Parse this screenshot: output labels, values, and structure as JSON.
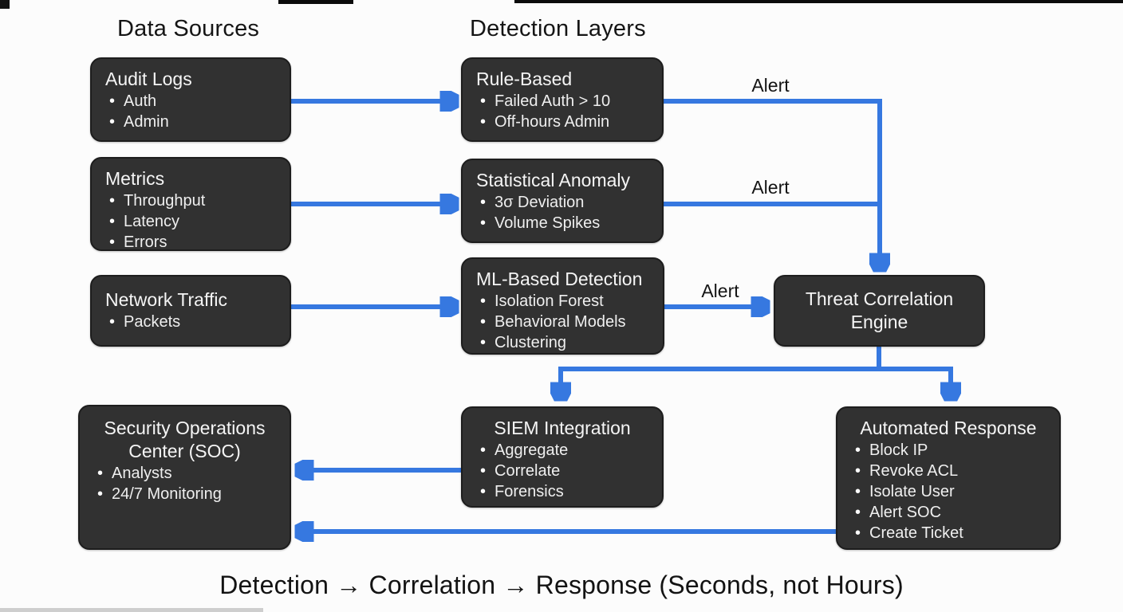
{
  "colors": {
    "background": "#fcfcfc",
    "node_fill": "#313131",
    "node_border": "#1d1d1d",
    "node_text": "#f2f2f2",
    "arrow_blue": "#3678e0",
    "heading_text": "#151515"
  },
  "headers": {
    "data_sources": "Data Sources",
    "detection_layers": "Detection Layers"
  },
  "boxes": {
    "audit_logs": {
      "title": "Audit Logs",
      "bullets": [
        "Auth",
        "Admin"
      ]
    },
    "metrics": {
      "title": "Metrics",
      "bullets": [
        "Throughput",
        "Latency",
        "Errors"
      ]
    },
    "network_traffic": {
      "title": "Network Traffic",
      "bullets": [
        "Packets"
      ]
    },
    "rule_based": {
      "title": "Rule-Based",
      "bullets": [
        "Failed Auth > 10",
        "Off-hours Admin"
      ]
    },
    "statistical_anomaly": {
      "title": "Statistical Anomaly",
      "bullets": [
        "3σ Deviation",
        "Volume Spikes"
      ]
    },
    "ml_based": {
      "title": "ML-Based Detection",
      "bullets": [
        "Isolation Forest",
        "Behavioral Models",
        "Clustering"
      ]
    },
    "threat_correlation": {
      "title": "Threat Correlation Engine"
    },
    "siem": {
      "title": "SIEM Integration",
      "bullets": [
        "Aggregate",
        "Correlate",
        "Forensics"
      ]
    },
    "automated_response": {
      "title": "Automated Response",
      "bullets": [
        "Block IP",
        "Revoke ACL",
        "Isolate User",
        "Alert SOC",
        "Create Ticket"
      ]
    },
    "soc": {
      "title": "Security Operations Center (SOC)",
      "bullets": [
        "Analysts",
        "24/7 Monitoring"
      ]
    }
  },
  "arrow_labels": {
    "rule_alert": "Alert",
    "stat_alert": "Alert",
    "ml_alert": "Alert"
  },
  "caption": "Detection → Correlation → Response (Seconds, not Hours)"
}
